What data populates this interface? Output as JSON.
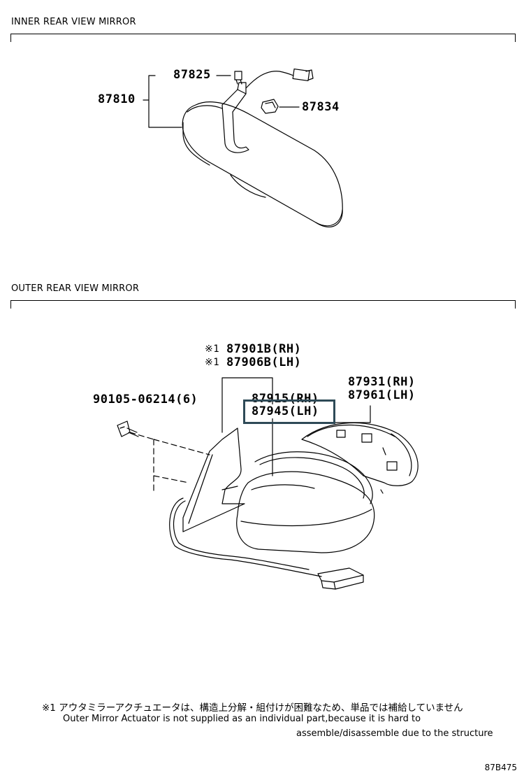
{
  "sections": {
    "inner_title": "INNER REAR VIEW MIRROR",
    "outer_title": "OUTER REAR VIEW MIRROR"
  },
  "inner_parts": {
    "p87825": "87825",
    "p87810": "87810",
    "p87834": "87834"
  },
  "outer_parts": {
    "mark1": "※1",
    "p87901b": "87901B(RH)",
    "mark2": "※1",
    "p87906b": "87906B(LH)",
    "p90105": "90105-06214(6)",
    "p87915": "87915(RH)",
    "p87945": "87945(LH)",
    "p87931": "87931(RH)",
    "p87961": "87961(LH)"
  },
  "footnote": {
    "jp": "※1 アウタミラーアクチュエータは、構造上分解・組付けが困難なため、単品では補給していません",
    "en_line1": "Outer Mirror Actuator is not supplied as an individual part,because it is hard to",
    "en_line2": "assemble/disassemble due to the structure"
  },
  "diagram_code": "87B475",
  "colors": {
    "highlight": "#2e4a57",
    "line": "#000000"
  }
}
